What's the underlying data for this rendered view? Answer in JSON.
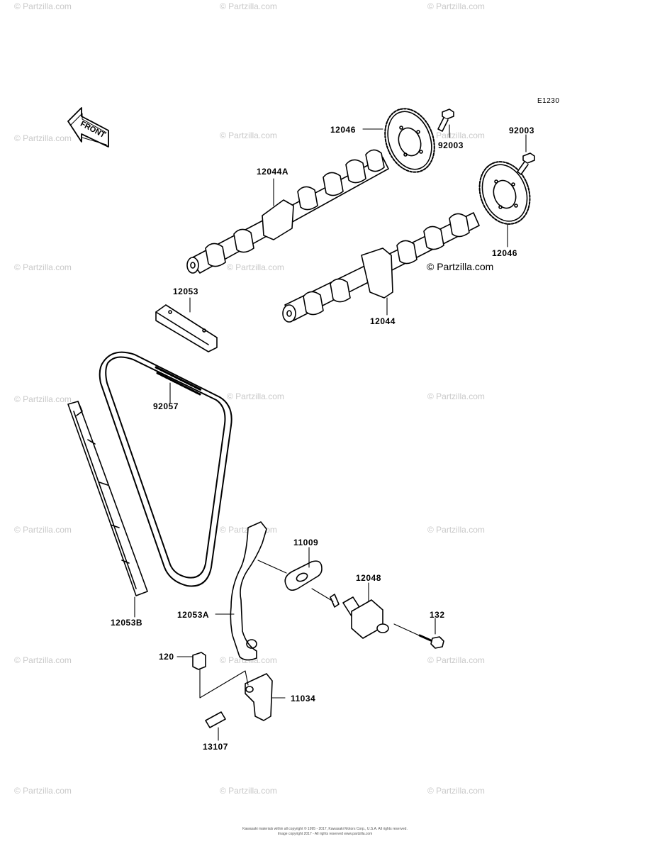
{
  "diagram": {
    "code": "E1230",
    "front_label": "FRONT",
    "copyright": "© Partzilla.com",
    "watermark": "© Partzilla.com",
    "footer_line1": "Kawasaki materials within all copyright © 1995 - 2017, Kawasaki Motors Corp., U.S.A. All rights reserved.",
    "footer_line2": "Image copyright 2017 - All rights reserved www.partzilla.com",
    "parts": [
      {
        "label": "12046",
        "name": "camshaft-sprocket-upper"
      },
      {
        "label": "92003",
        "name": "sprocket-bolt-upper"
      },
      {
        "label": "92003",
        "name": "sprocket-bolt-lower"
      },
      {
        "label": "12044A",
        "name": "camshaft-intake"
      },
      {
        "label": "12046",
        "name": "camshaft-sprocket-lower"
      },
      {
        "label": "12053",
        "name": "chain-guide-top"
      },
      {
        "label": "12044",
        "name": "camshaft-exhaust"
      },
      {
        "label": "92057",
        "name": "timing-chain"
      },
      {
        "label": "11009",
        "name": "tensioner-gasket"
      },
      {
        "label": "12048",
        "name": "chain-tensioner"
      },
      {
        "label": "132",
        "name": "tensioner-bolt"
      },
      {
        "label": "12053A",
        "name": "chain-guide-tensioner"
      },
      {
        "label": "12053B",
        "name": "chain-guide-front"
      },
      {
        "label": "120",
        "name": "bracket-bolt"
      },
      {
        "label": "11034",
        "name": "guide-bracket"
      },
      {
        "label": "13107",
        "name": "guide-pin"
      }
    ]
  }
}
